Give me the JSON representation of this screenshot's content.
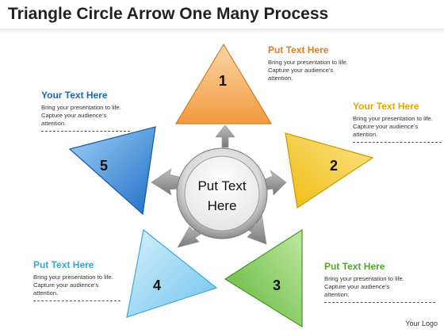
{
  "title": "Triangle Circle Arrow One Many Process",
  "center": {
    "line1": "Put Text",
    "line2": "Here"
  },
  "triangles": [
    {
      "number": "1",
      "color": "#f5a04a"
    },
    {
      "number": "2",
      "color": "#f2c521"
    },
    {
      "number": "3",
      "color": "#72c447"
    },
    {
      "number": "4",
      "color": "#7ecdf1"
    },
    {
      "number": "5",
      "color": "#2b7fd2"
    }
  ],
  "callouts": [
    {
      "heading": "Put Text Here",
      "line1": "Bring your presentation to life.",
      "line2": "Capture your audience’s",
      "line3": "attention.",
      "color": "#e07c1c"
    },
    {
      "heading": "Your Text Here",
      "line1": "Bring your presentation to life.",
      "line2": "Capture your audience’s",
      "line3": "attention.",
      "color": "#e0a800"
    },
    {
      "heading": "Put Text Here",
      "line1": "Bring your presentation to life.",
      "line2": "Capture your audience’s",
      "line3": "attention.",
      "color": "#4ea82a"
    },
    {
      "heading": "Put Text Here",
      "line1": "Bring your presentation to life.",
      "line2": "Capture your audience’s",
      "line3": "attention.",
      "color": "#3aa6d8"
    },
    {
      "heading": "Your Text Here",
      "line1": "Bring your presentation to life.",
      "line2": "Capture your audience’s",
      "line3": "attention.",
      "color": "#1f67b8"
    }
  ],
  "footer": {
    "logo": "Your Logo"
  }
}
